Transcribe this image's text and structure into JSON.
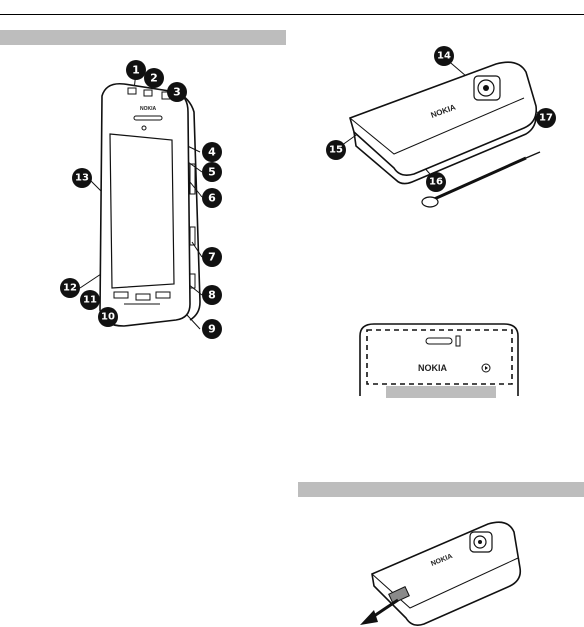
{
  "figures": {
    "front": {
      "callouts": [
        "1",
        "2",
        "3",
        "4",
        "5",
        "6",
        "7",
        "8",
        "9",
        "10",
        "11",
        "12",
        "13"
      ]
    },
    "back": {
      "brand": "NOKIA",
      "callouts": [
        "14",
        "15",
        "16",
        "17"
      ]
    },
    "sensor_area": {
      "brand": "NOKIA"
    },
    "battery_cover": {
      "brand": "NOKIA"
    }
  }
}
